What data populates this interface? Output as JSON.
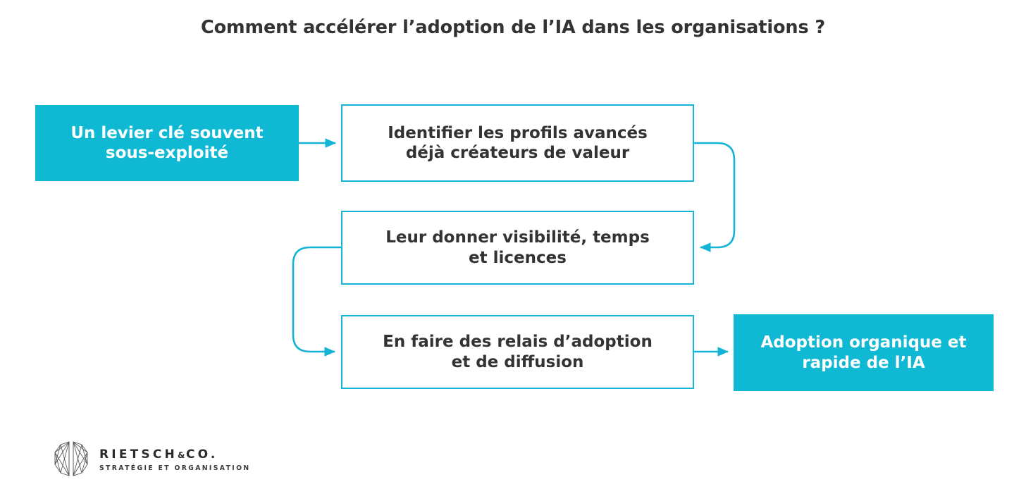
{
  "slide": {
    "title": "Comment accélérer l’adoption de l’IA dans les organisations ?",
    "background_color": "#ffffff",
    "accent_color": "#10b9d3",
    "text_color": "#333333"
  },
  "flow": {
    "start": {
      "label": "Un levier clé souvent\nsous-exploité",
      "style": "filled",
      "fill_color": "#10b9d3",
      "text_color": "#ffffff"
    },
    "steps": [
      {
        "label": "Identifier les profils avancés\ndéjà créateurs de valeur",
        "style": "outlined",
        "border_color": "#14b4d6",
        "text_color": "#333333"
      },
      {
        "label": "Leur donner visibilité, temps\net licences",
        "style": "outlined",
        "border_color": "#14b4d6",
        "text_color": "#333333"
      },
      {
        "label": "En faire des relais d’adoption\net de diffusion",
        "style": "outlined",
        "border_color": "#14b4d6",
        "text_color": "#333333"
      }
    ],
    "outcome": {
      "label": "Adoption organique et\nrapide de l’IA",
      "style": "filled",
      "fill_color": "#10b9d3",
      "text_color": "#ffffff"
    },
    "connectors": [
      {
        "name": "start-to-step-1",
        "kind": "straight-arrow",
        "direction": "right"
      },
      {
        "name": "step-1-to-step-2",
        "kind": "looped-arrow",
        "direction": "right-side-down"
      },
      {
        "name": "step-2-to-step-3",
        "kind": "looped-arrow",
        "direction": "left-side-down"
      },
      {
        "name": "step-3-to-outcome",
        "kind": "straight-arrow",
        "direction": "right"
      }
    ]
  },
  "logo": {
    "wordmark": "RIETSCH",
    "ampersand": "&",
    "suffix": "CO.",
    "tagline": "STRATÉGIE ET ORGANISATION",
    "mark_color": "#4a4a4a"
  }
}
